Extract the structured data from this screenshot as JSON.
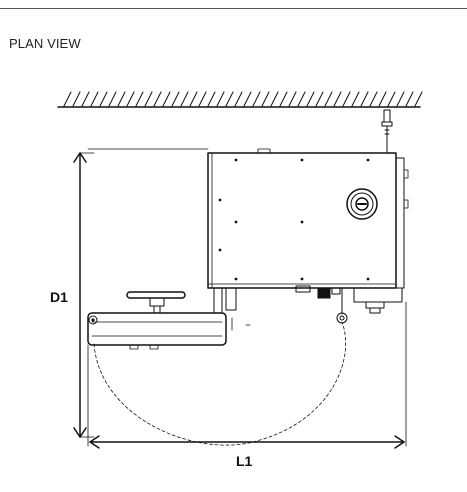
{
  "header": {
    "view_title": "PLAN VIEW"
  },
  "dimensions": {
    "depth_label": "D1",
    "length_label": "L1"
  },
  "colors": {
    "line": "#111111",
    "rule": "#555555",
    "background": "#ffffff"
  },
  "icons": {
    "wall": "wall-hatch-icon",
    "cable": "power-cable-icon",
    "knob": "control-knob-icon"
  }
}
